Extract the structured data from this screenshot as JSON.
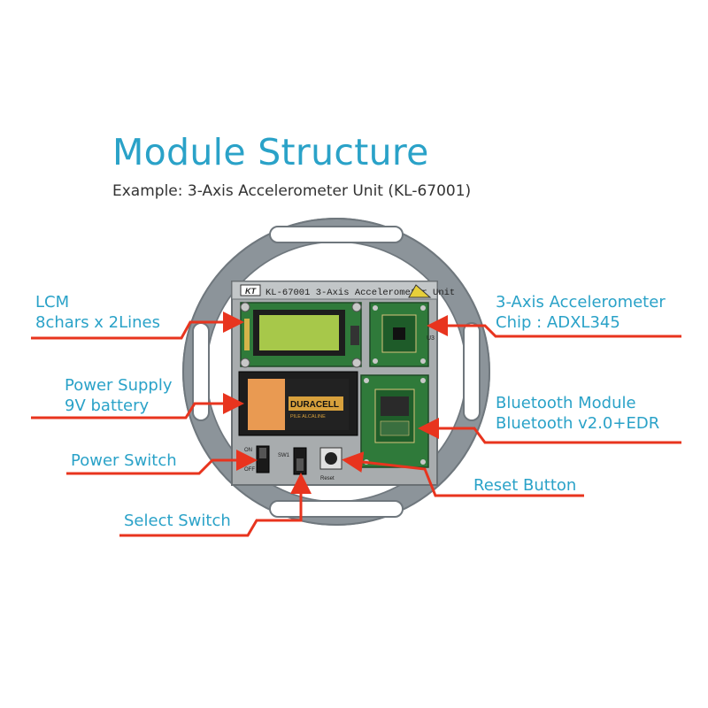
{
  "header": {
    "title": "Module Structure",
    "subtitle": "Example: 3-Axis Accelerometer Unit (KL-67001)"
  },
  "board": {
    "logo": "KT",
    "label": "KL-67001 3-Axis Accelerometer Unit",
    "battery_brand": "DURACELL",
    "battery_sub": "PILE ALCALINE",
    "switch_on": "ON",
    "switch_off": "OFF",
    "select_label": "SW1",
    "reset_label": "Reset",
    "u_label": "U3"
  },
  "callouts": {
    "lcm": {
      "line1": "LCM",
      "line2": "8chars  x  2Lines"
    },
    "power_supply": {
      "line1": "Power Supply",
      "line2": "9V battery"
    },
    "power_switch": {
      "line1": "Power Switch"
    },
    "select_switch": {
      "line1": "Select Switch"
    },
    "accelerometer": {
      "line1": "3-Axis Accelerometer",
      "line2": "Chip : ADXL345"
    },
    "bluetooth": {
      "line1": "Bluetooth Module",
      "line2": "Bluetooth v2.0+EDR"
    },
    "reset_button": {
      "line1": "Reset Button"
    }
  },
  "colors": {
    "title": "#2aa2c8",
    "callout_text": "#2aa2c8",
    "arrow": "#e8341e",
    "ring": "#8c949a",
    "pcb": "#2f7a3a",
    "lcd": "#a7c84a"
  }
}
